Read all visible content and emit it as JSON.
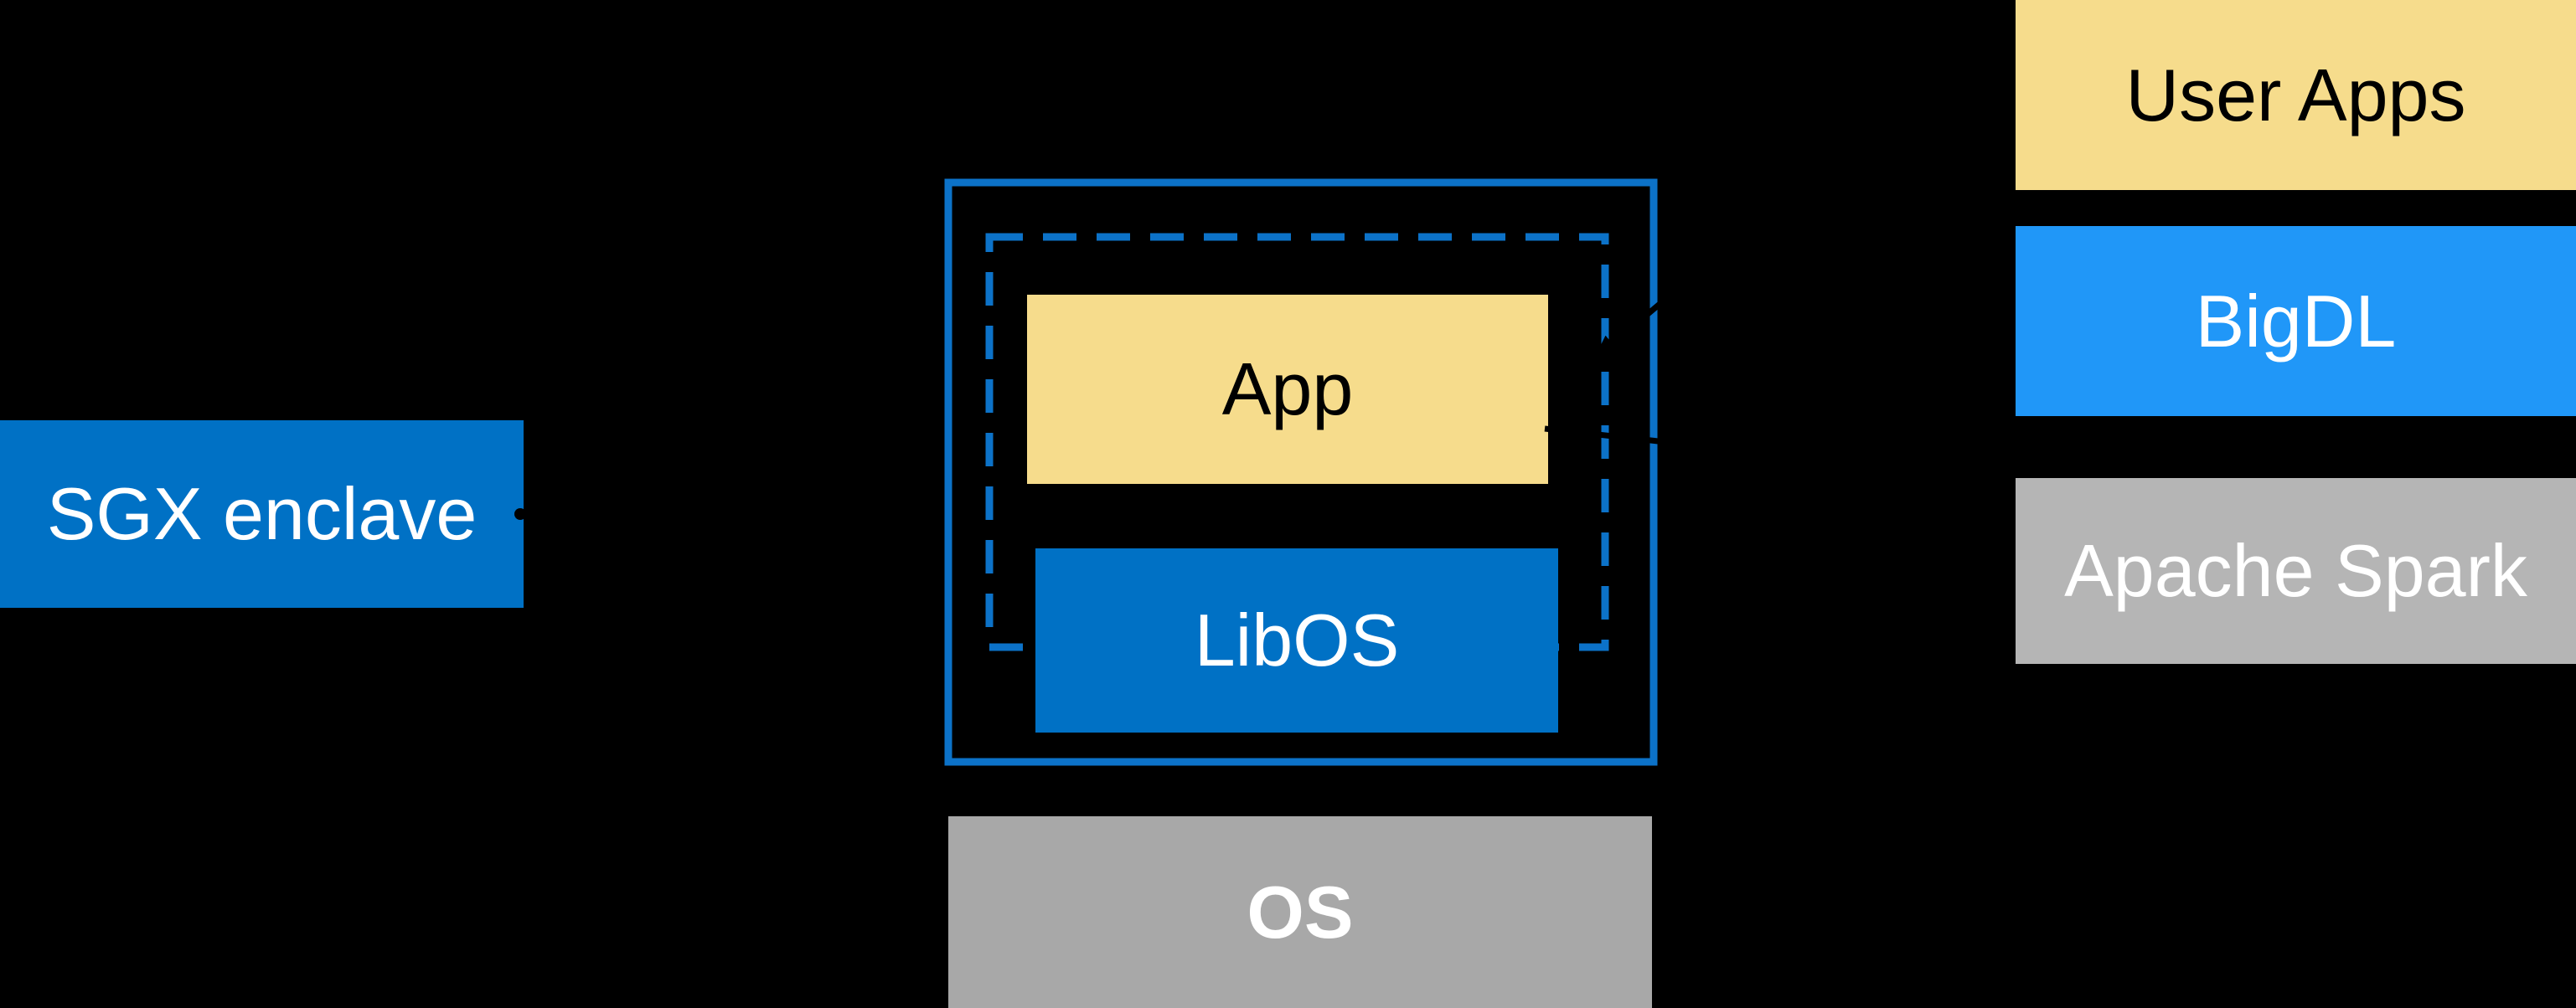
{
  "diagram": {
    "title_semantic": "SGX enclave / LibOS architecture with BigDL software stack",
    "sgx_box": {
      "label": "SGX enclave"
    },
    "enclave": {
      "app": {
        "label": "App"
      },
      "libos": {
        "label": "LibOS"
      }
    },
    "os_box": {
      "label": "OS"
    },
    "stack": {
      "user_apps": {
        "label": "User Apps"
      },
      "bigdl": {
        "label": "BigDL"
      },
      "apache_spark": {
        "label": "Apache Spark"
      }
    }
  },
  "colors": {
    "background": "#000000",
    "intel_blue": "#0071C5",
    "border_blue": "#0C72C8",
    "yellow": "#F6DC8C",
    "azure": "#2097F8",
    "gray_os": "#A8A8A8",
    "gray_spark": "#B5B5B5",
    "text_light": "#FFFFFF",
    "text_dark": "#000000"
  }
}
